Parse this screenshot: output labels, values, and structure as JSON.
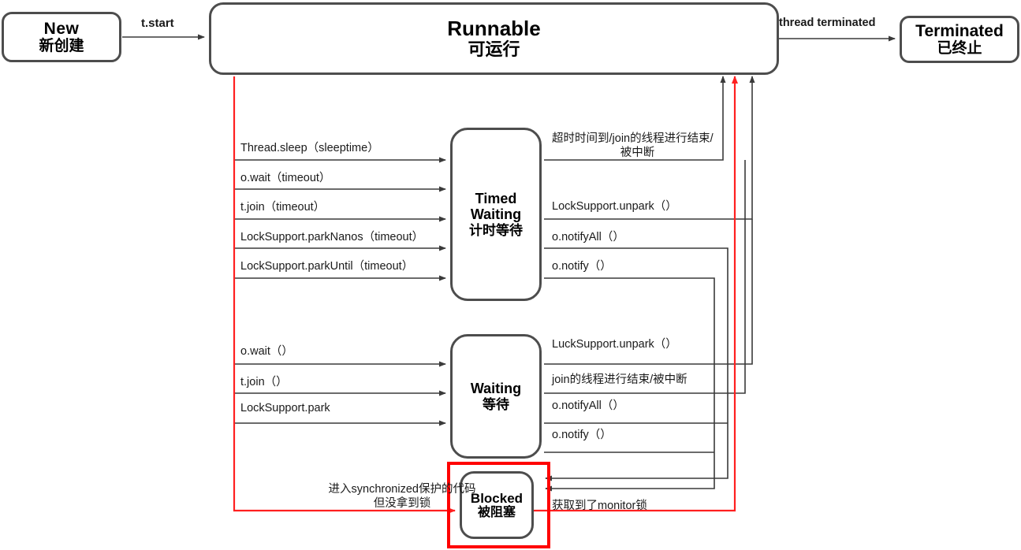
{
  "diagram": {
    "title": "Java Thread State Transition Diagram",
    "colors": {
      "node_border": "#4d4d4d",
      "edge_black": "#3a3a3a",
      "edge_red": "#ff2020",
      "highlight": "#ff0000",
      "background": "#ffffff"
    }
  },
  "nodes": {
    "new": {
      "en": "New",
      "cn": "新创建"
    },
    "runnable": {
      "en": "Runnable",
      "cn": "可运行"
    },
    "terminated": {
      "en": "Terminated",
      "cn": "已终止"
    },
    "timed_waiting": {
      "en": "Timed",
      "en2": "Waiting",
      "cn": "计时等待"
    },
    "waiting": {
      "en": "Waiting",
      "cn": "等待"
    },
    "blocked": {
      "en": "Blocked",
      "cn": "被阻塞"
    }
  },
  "edge_labels": {
    "t_start": "t.start",
    "thread_terminated": "thread terminated",
    "to_timed": [
      "Thread.sleep（sleeptime）",
      "o.wait（timeout）",
      "t.join（timeout）",
      "LockSupport.parkNanos（timeout）",
      "LockSupport.parkUntil（timeout）"
    ],
    "from_timed": [
      "超时时间到/join的线程进行结束/",
      "被中断",
      "LockSupport.unpark（）",
      "o.notifyAll（）",
      "o.notify（）"
    ],
    "to_waiting": [
      "o.wait（）",
      "t.join（）",
      "LockSupport.park"
    ],
    "from_waiting": [
      "LuckSupport.unpark（）",
      "join的线程进行结束/被中断",
      "o.notifyAll（）",
      "o.notify（）"
    ],
    "to_blocked_line1": "进入synchronized保护的代码",
    "to_blocked_line2": "但没拿到锁",
    "from_blocked": "获取到了monitor锁"
  }
}
